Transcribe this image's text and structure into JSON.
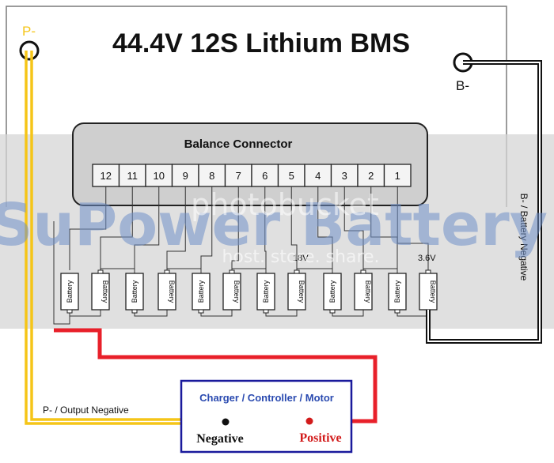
{
  "title": "44.4V  12S  Lithium BMS",
  "terminals": {
    "p_minus": "P-",
    "b_minus": "B-"
  },
  "connector": {
    "label": "Balance Connector",
    "pins": [
      "12",
      "11",
      "10",
      "9",
      "8",
      "7",
      "6",
      "5",
      "4",
      "3",
      "2",
      "1"
    ]
  },
  "battery_label": "Battery",
  "voltage_labels": {
    "mid": "18V",
    "cell1": "3.6V"
  },
  "side_label": "B- / Battery Negative",
  "output_label": "P- / Output Negative",
  "load": {
    "title": "Charger / Controller / Motor",
    "negative": "Negative",
    "positive": "Positive"
  },
  "watermark": {
    "brand": "SuPower Battery",
    "service": "photobucket",
    "tagline": "host. store. share."
  },
  "colors": {
    "output_wire": "#f5c518",
    "positive_wire": "#e8202a",
    "load_box": "#1a1a9c",
    "load_title": "#2a4ab0",
    "positive_text": "#d21b1b",
    "watermark_band": "#d6d6d6",
    "connector_fill": "#cfcfcf"
  }
}
